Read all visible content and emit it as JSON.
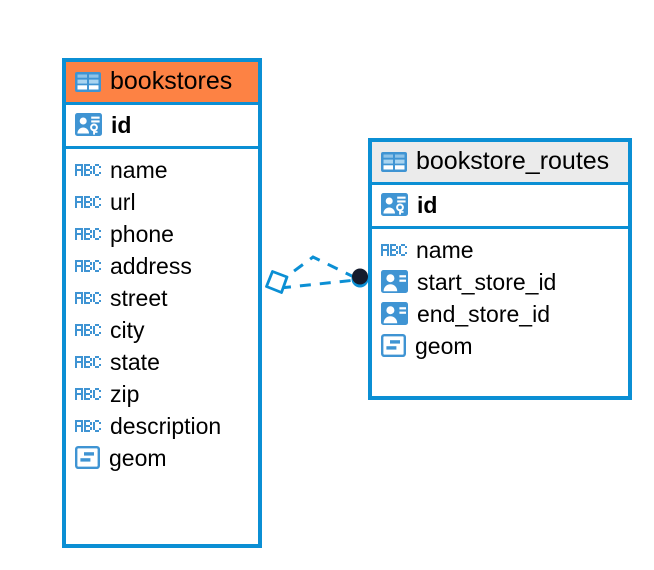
{
  "diagram": {
    "type": "entity-relationship-diagram",
    "background": "#ffffff",
    "colors": {
      "border": "#0b8fd4",
      "icon_blue": "#3f94d3",
      "accent_header": "#fd8244",
      "neutral_header": "#ebebeb",
      "text": "#000000",
      "connector": "#0b8fd4",
      "endpoint_fill": "#141b2d"
    },
    "entities": [
      {
        "name": "bookstores",
        "header_style": "accent",
        "header_icon": "table-icon",
        "primary_key": {
          "name": "id",
          "icon": "primary-key-icon",
          "bold": true
        },
        "fields": [
          {
            "name": "name",
            "icon": "abc-text-icon"
          },
          {
            "name": "url",
            "icon": "abc-text-icon"
          },
          {
            "name": "phone",
            "icon": "abc-text-icon"
          },
          {
            "name": "address",
            "icon": "abc-text-icon"
          },
          {
            "name": "street",
            "icon": "abc-text-icon"
          },
          {
            "name": "city",
            "icon": "abc-text-icon"
          },
          {
            "name": "state",
            "icon": "abc-text-icon"
          },
          {
            "name": "zip",
            "icon": "abc-text-icon"
          },
          {
            "name": "description",
            "icon": "abc-text-icon"
          },
          {
            "name": "geom",
            "icon": "geometry-icon"
          }
        ]
      },
      {
        "name": "bookstore_routes",
        "header_style": "neutral",
        "header_icon": "table-icon",
        "primary_key": {
          "name": "id",
          "icon": "primary-key-icon",
          "bold": true
        },
        "fields": [
          {
            "name": "name",
            "icon": "abc-text-icon"
          },
          {
            "name": "start_store_id",
            "icon": "foreign-key-icon"
          },
          {
            "name": "end_store_id",
            "icon": "foreign-key-icon"
          },
          {
            "name": "geom",
            "icon": "geometry-icon"
          }
        ]
      }
    ],
    "relationship": {
      "from_entity": "bookstores",
      "to_entity": "bookstore_routes",
      "line_style": "dashed",
      "source_endpoint": "hollow-diamond",
      "target_endpoint": "filled-circle"
    }
  }
}
